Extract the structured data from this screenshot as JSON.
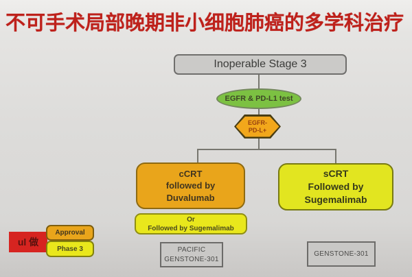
{
  "title": "不可手术局部晚期非小细胞肺癌的多学科治疗",
  "flowchart": {
    "stage_box_label": "Inoperable Stage 3",
    "test_ellipse_label": "EGFR & PD-L1 test",
    "decision_hexagon": {
      "line1": "EGFR-",
      "line2": "PD-L+"
    },
    "left_branch": {
      "line1": "cCRT",
      "line2": "followed by",
      "line3": "Duvalumab"
    },
    "left_branch_alt": {
      "line1": "Or",
      "line2": "Followed by Sugemalimab"
    },
    "right_branch": {
      "line1": "sCRT",
      "line2": "Followed by",
      "line3": "Sugemalimab"
    },
    "left_trial": {
      "line1": "PACIFIC",
      "line2": "GENSTONE-301"
    },
    "right_trial_label": "GENSTONE-301"
  },
  "legend": {
    "approval_label": "Approval",
    "phase3_label": "Phase 3",
    "watermark_text": "ul 做"
  },
  "colors": {
    "title_red": "#BE211B",
    "approval_orange": "#E9A51B",
    "phase_yellow": "#E9E71C",
    "test_green": "#7CC142",
    "hexagon_orange": "#F2A71B",
    "box_gray": "#C9C8C6",
    "watermark_red": "#D62420",
    "connector_gray": "#77766F"
  }
}
